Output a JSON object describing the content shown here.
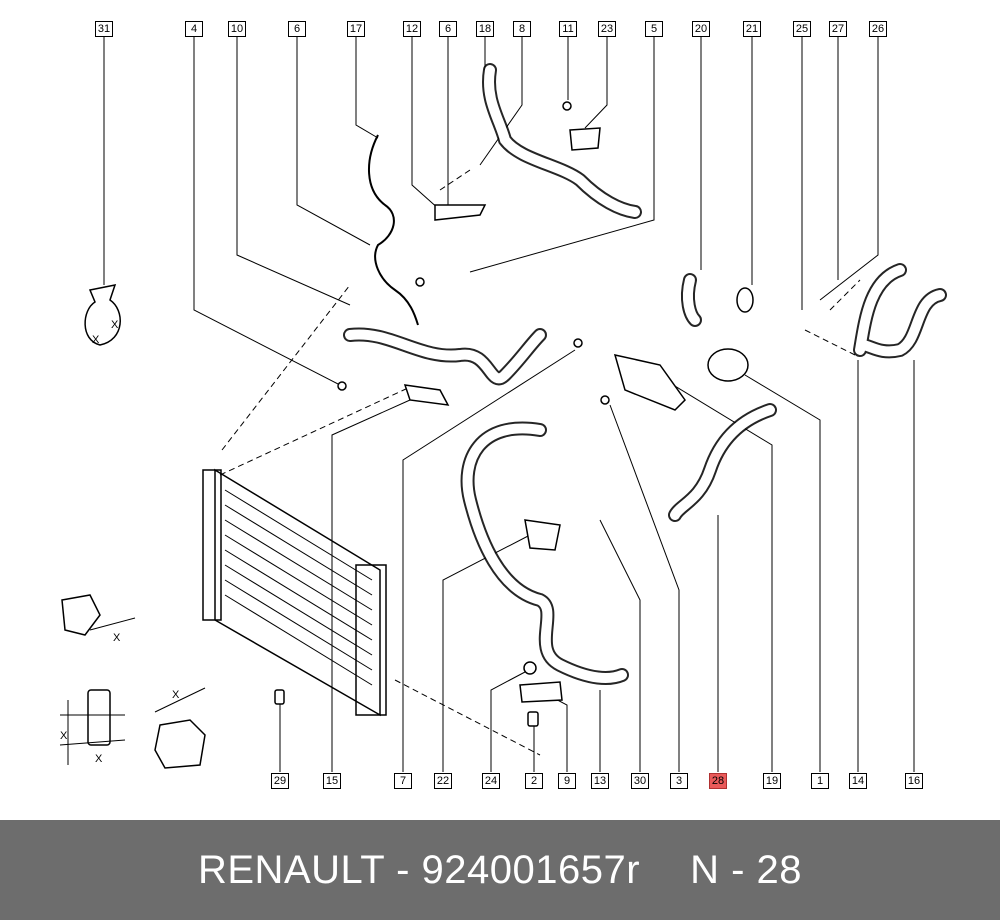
{
  "callouts_top": [
    {
      "label": "31",
      "highlight": false
    },
    {
      "label": "4",
      "highlight": false
    },
    {
      "label": "10",
      "highlight": false
    },
    {
      "label": "6",
      "highlight": false
    },
    {
      "label": "17",
      "highlight": false
    },
    {
      "label": "12",
      "highlight": false
    },
    {
      "label": "6",
      "highlight": false
    },
    {
      "label": "18",
      "highlight": false
    },
    {
      "label": "8",
      "highlight": false
    },
    {
      "label": "11",
      "highlight": false
    },
    {
      "label": "23",
      "highlight": false
    },
    {
      "label": "5",
      "highlight": false
    },
    {
      "label": "20",
      "highlight": false
    },
    {
      "label": "21",
      "highlight": false
    },
    {
      "label": "25",
      "highlight": false
    },
    {
      "label": "27",
      "highlight": false
    },
    {
      "label": "26",
      "highlight": false
    }
  ],
  "callouts_bottom": [
    {
      "label": "29",
      "highlight": false
    },
    {
      "label": "15",
      "highlight": false
    },
    {
      "label": "7",
      "highlight": false
    },
    {
      "label": "22",
      "highlight": false
    },
    {
      "label": "24",
      "highlight": false
    },
    {
      "label": "2",
      "highlight": false
    },
    {
      "label": "9",
      "highlight": false
    },
    {
      "label": "13",
      "highlight": false
    },
    {
      "label": "30",
      "highlight": false
    },
    {
      "label": "3",
      "highlight": false
    },
    {
      "label": "28",
      "highlight": true
    },
    {
      "label": "19",
      "highlight": false
    },
    {
      "label": "1",
      "highlight": false
    },
    {
      "label": "14",
      "highlight": false
    },
    {
      "label": "16",
      "highlight": false
    }
  ],
  "dimension_marks": [
    "X",
    "X",
    "X",
    "X",
    "X",
    "X"
  ],
  "footer": {
    "brand": "RENAULT - 924001657r",
    "ref": "N - 28"
  },
  "colors": {
    "highlight": "#e95a5a",
    "footer_bg": "#6d6d6d",
    "line": "#000000"
  }
}
